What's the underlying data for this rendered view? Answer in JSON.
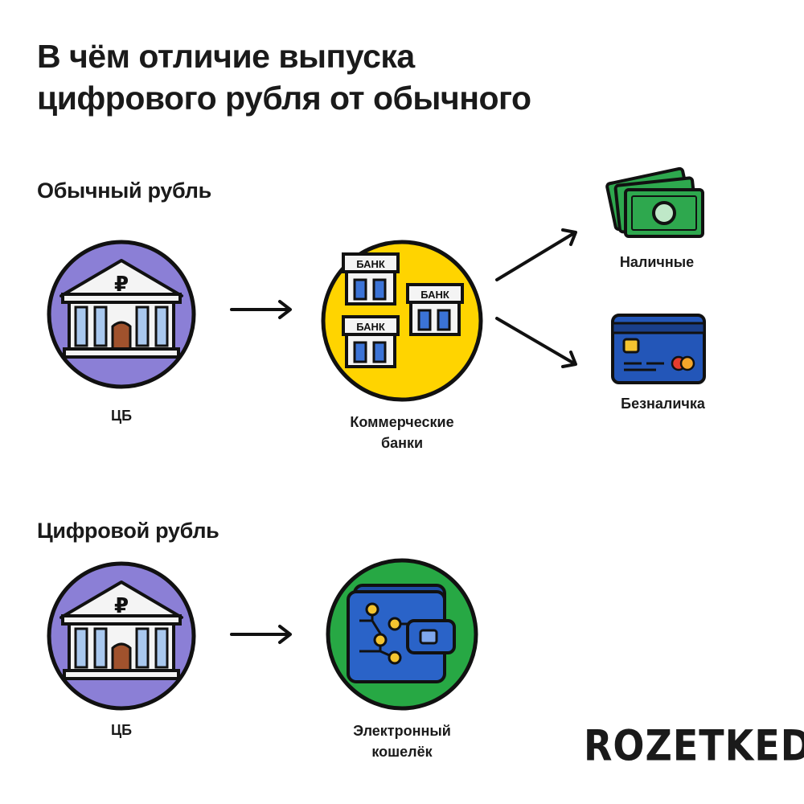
{
  "title_line1": "В чём отличие выпуска",
  "title_line2": "цифрового рубля от обычного",
  "regular": {
    "heading": "Обычный рубль",
    "cb_label": "ЦБ",
    "banks_label_line1": "Коммерческие",
    "banks_label_line2": "банки",
    "bank_sign": "БАНК",
    "cash_label": "Наличные",
    "cashless_label": "Безналичка"
  },
  "digital": {
    "heading": "Цифровой рубль",
    "cb_label": "ЦБ",
    "wallet_label_line1": "Электронный",
    "wallet_label_line2": "кошелёк"
  },
  "logo": "ROZETKED",
  "colors": {
    "cb_circle": "#8b7fd6",
    "banks_circle": "#ffd400",
    "wallet_circle": "#27a844",
    "money_green": "#2ea84e",
    "card_blue": "#2356b8",
    "building_white": "#f4f4f4",
    "door_brown": "#a0522d",
    "column_blue": "#a9c8ee"
  }
}
